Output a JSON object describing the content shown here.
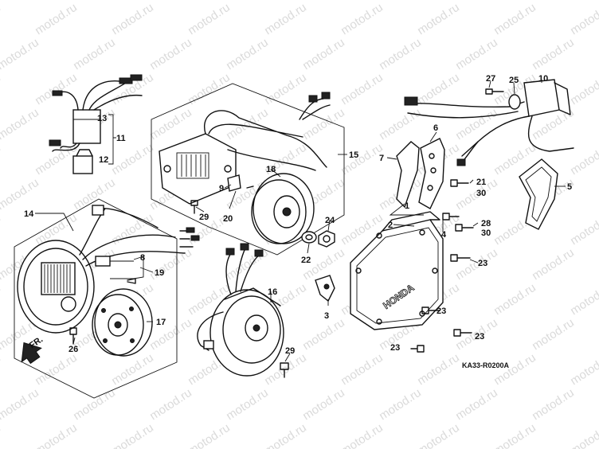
{
  "watermark": "motod.ru",
  "diagram_code": "KA33-R0200A",
  "direction_label": "FR.",
  "cover_brand": "HONDA",
  "callouts": [
    "1",
    "2",
    "3",
    "4",
    "5",
    "6",
    "7",
    "8",
    "9",
    "10",
    "11",
    "12",
    "13",
    "14",
    "15",
    "16",
    "17",
    "18",
    "19",
    "20",
    "21",
    "22",
    "23",
    "24",
    "25",
    "26",
    "27",
    "28",
    "29",
    "30"
  ],
  "labels": {
    "c1": "1",
    "c2": "2",
    "c3": "3",
    "c4": "4",
    "c5": "5",
    "c6": "6",
    "c7": "7",
    "c8": "8",
    "c9": "9",
    "c10": "10",
    "c11": "11",
    "c12": "12",
    "c13": "13",
    "c14": "14",
    "c15": "15",
    "c16": "16",
    "c17": "17",
    "c18": "18",
    "c19": "19",
    "c20": "20",
    "c21": "21",
    "c22": "22",
    "c23": "23",
    "c24": "24",
    "c25": "25",
    "c26": "26",
    "c27": "27",
    "c28": "28",
    "c29": "29",
    "c30": "30"
  }
}
